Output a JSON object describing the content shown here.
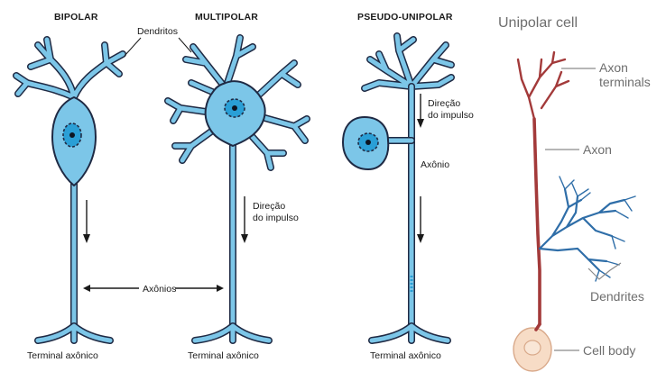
{
  "labels": {
    "bipolar_heading": "BIPOLAR",
    "multipolar_heading": "MULTIPOLAR",
    "pseudo_heading": "PSEUDO-UNIPOLAR",
    "dendritos": "Dendritos",
    "direcao_line1": "Direção",
    "direcao_line2": "do impulso",
    "axonio": "Axônio",
    "axonios": "Axônios",
    "terminal_axonico": "Terminal axônico",
    "unipolar_title": "Unipolar cell",
    "axon_terminals_line1": "Axon",
    "axon_terminals_line2": "terminals",
    "axon": "Axon",
    "dendrites": "Dendrites",
    "cell_body": "Cell body"
  },
  "colors": {
    "neuron_fill": "#7cc6e8",
    "neuron_outline": "#1f2a44",
    "nucleus": "#2a9fd6",
    "unipolar_axon": "#a33a3a",
    "unipolar_dendrites": "#2f6ea8",
    "unipolar_soma": "#f7dcc6"
  }
}
